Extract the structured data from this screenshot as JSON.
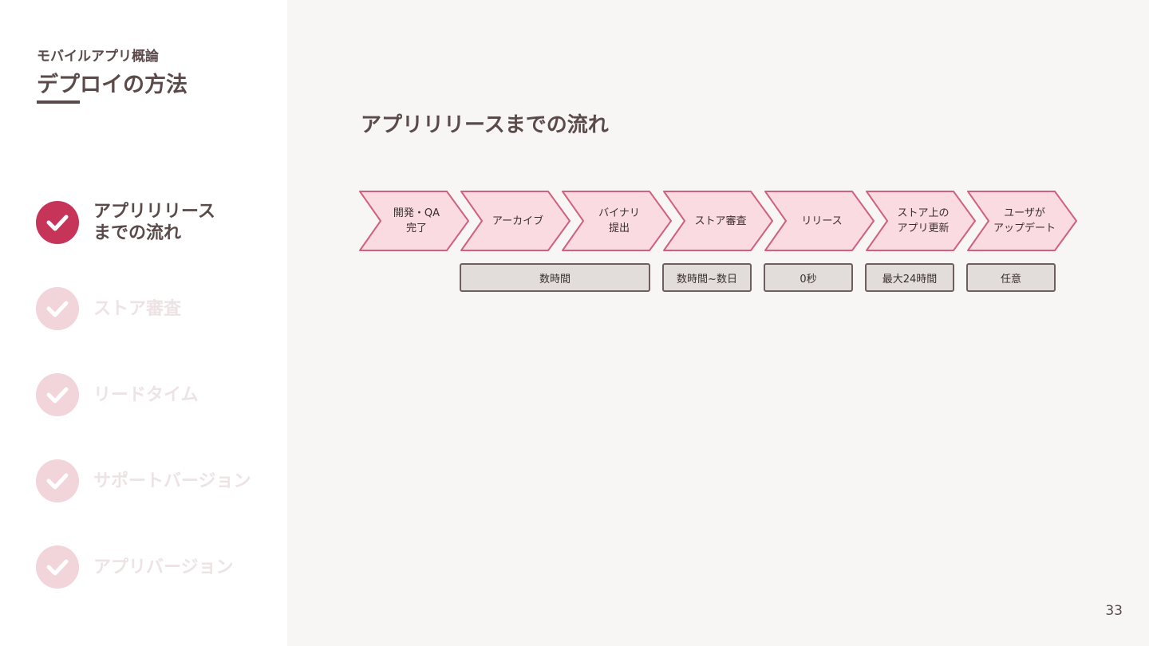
{
  "sidebar": {
    "course_title": "モバイルアプリ概論",
    "section_title": "デプロイの方法",
    "items": [
      {
        "label": "アプリリリース",
        "label2": "までの流れ",
        "active": true
      },
      {
        "label": "ストア審査",
        "active": false
      },
      {
        "label": "リードタイム",
        "active": false
      },
      {
        "label": "サポートバージョン",
        "active": false
      },
      {
        "label": "アプリバージョン",
        "active": false
      }
    ]
  },
  "main": {
    "title": "アプリリリースまでの流れ",
    "steps": [
      {
        "line1": "開発・QA",
        "line2": "完了"
      },
      {
        "line1": "アーカイブ",
        "line2": ""
      },
      {
        "line1": "バイナリ",
        "line2": "提出"
      },
      {
        "line1": "ストア審査",
        "line2": ""
      },
      {
        "line1": "リリース",
        "line2": ""
      },
      {
        "line1": "ストア上の",
        "line2": "アプリ更新"
      },
      {
        "line1": "ユーザが",
        "line2": "アップデート"
      }
    ],
    "durations": [
      "数時間",
      "数時間~数日",
      "0秒",
      "最大24時間",
      "任意"
    ]
  },
  "page_number": "33",
  "colors": {
    "accent": "#c7345a",
    "accent_light": "#f2d4db",
    "text": "#5a4a4a",
    "chevron_fill": "#fadbe2",
    "chevron_stroke": "#d0617e",
    "duration_fill": "#e2dddb",
    "background": "#f8f6f5"
  }
}
